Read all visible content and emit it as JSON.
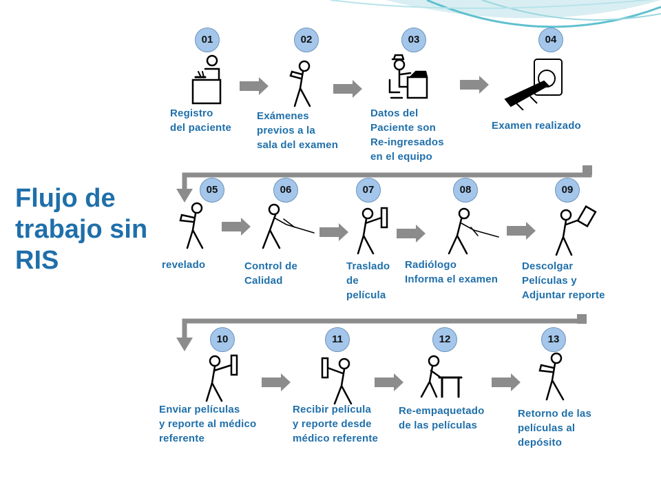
{
  "title_lines": [
    "Flujo de",
    "trabajo sin",
    "RIS"
  ],
  "steps": [
    {
      "num": "01",
      "lines": [
        "Registro",
        "del paciente"
      ],
      "icon": "desk-person-icon"
    },
    {
      "num": "02",
      "lines": [
        "Exámenes",
        "previos a la",
        "sala del examen"
      ],
      "icon": "walking-person-icon"
    },
    {
      "num": "03",
      "lines": [
        "Datos del",
        "Paciente son",
        "Re-ingresados",
        "en el equipo"
      ],
      "icon": "operator-at-computer-icon"
    },
    {
      "num": "04",
      "lines": [
        "Examen realizado"
      ],
      "icon": "ct-scanner-icon"
    },
    {
      "num": "05",
      "lines": [
        "revelado"
      ],
      "icon": "walking-person-icon"
    },
    {
      "num": "06",
      "lines": [
        "Control de",
        "Calidad"
      ],
      "icon": "person-with-pointer-icon"
    },
    {
      "num": "07",
      "lines": [
        "Traslado",
        "de",
        "película"
      ],
      "icon": "person-carrying-film-icon"
    },
    {
      "num": "08",
      "lines": [
        "Radiólogo",
        "Informa el examen"
      ],
      "icon": "person-with-pointer-icon"
    },
    {
      "num": "09",
      "lines": [
        "Descolgar",
        "Películas y",
        "Adjuntar reporte"
      ],
      "icon": "person-holding-film-icon"
    },
    {
      "num": "10",
      "lines": [
        "Enviar películas",
        "y reporte al médico",
        "referente"
      ],
      "icon": "person-carrying-film-icon"
    },
    {
      "num": "11",
      "lines": [
        "Recibir película",
        "y reporte desde",
        "médico referente"
      ],
      "icon": "person-carrying-film-icon"
    },
    {
      "num": "12",
      "lines": [
        "Re-empaquetado",
        "de las  películas"
      ],
      "icon": "person-at-table-icon"
    },
    {
      "num": "13",
      "lines": [
        "Retorno de las",
        "películas al",
        "depósito"
      ],
      "icon": "walking-person-icon"
    }
  ],
  "colors": {
    "title": "#1f6faa",
    "label": "#1f6faa",
    "badge_fill": "#a3c6ea",
    "arrow": "#8c8c8c",
    "accent_teal": "#3fb0c0"
  }
}
